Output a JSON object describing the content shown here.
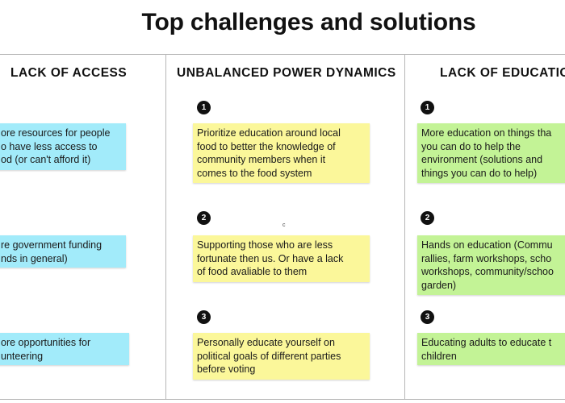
{
  "board": {
    "title": "Top challenges and solutions"
  },
  "columns": [
    {
      "header": "LACK OF ACCESS",
      "color": "#a2ebfa",
      "notes": [
        {
          "number": "",
          "text": "ore resources for people\no have less access to\nod (or can't afford it)"
        },
        {
          "number": "",
          "text": "re government funding\nnds in general)"
        },
        {
          "number": "",
          "text": "ore opportunities for\nunteering"
        }
      ]
    },
    {
      "header": "UNBALANCED POWER DYNAMICS",
      "color": "#fbf79a",
      "notes": [
        {
          "number": "1",
          "text": "Prioritize education around local\nfood to better the knowledge of\ncommunity members when it\ncomes to the food system"
        },
        {
          "number": "2",
          "text": "Supporting those who are less\nfortunate then us. Or have a lack\nof food avaliable to them"
        },
        {
          "number": "3",
          "text": "Personally educate yourself on\npolitical goals of different parties\nbefore voting"
        }
      ]
    },
    {
      "header": "LACK OF EDUCATIO",
      "color": "#c3f396",
      "notes": [
        {
          "number": "1",
          "text": "More education on things tha\nyou can do to help the\nenvironment (solutions and\nthings you can do to help)"
        },
        {
          "number": "2",
          "text": "Hands on education (Commu\nrallies, farm workshops, scho\nworkshops, community/schoo\ngarden)"
        },
        {
          "number": "3",
          "text": "Educating adults to educate t\nchildren"
        }
      ]
    }
  ],
  "cursor": {
    "glyph": "c"
  }
}
